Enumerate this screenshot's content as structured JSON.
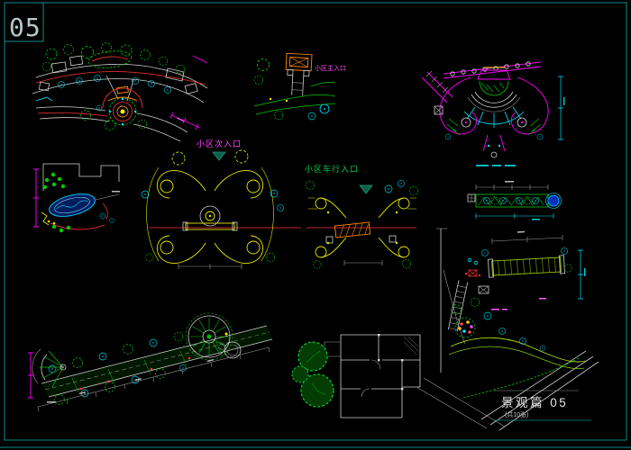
{
  "page": {
    "sheet_number": "05",
    "title": "景观篇 05",
    "subtitle": "(共10张)"
  },
  "labels": {
    "main_entrance": "小区主入口",
    "secondary_entrance": "小区次入口",
    "vehicle_entrance": "小区车行入口"
  },
  "palette": {
    "background": "#000000",
    "frame_teal": "#0d8c8c",
    "magenta": "#ff00ff",
    "yellow": "#e8e800",
    "green": "#00cc00",
    "cyan": "#00e5ff",
    "red": "#ff3333",
    "orange": "#ff8800",
    "blue_water": "#0030bb",
    "white_lines": "#cfcfcf"
  }
}
